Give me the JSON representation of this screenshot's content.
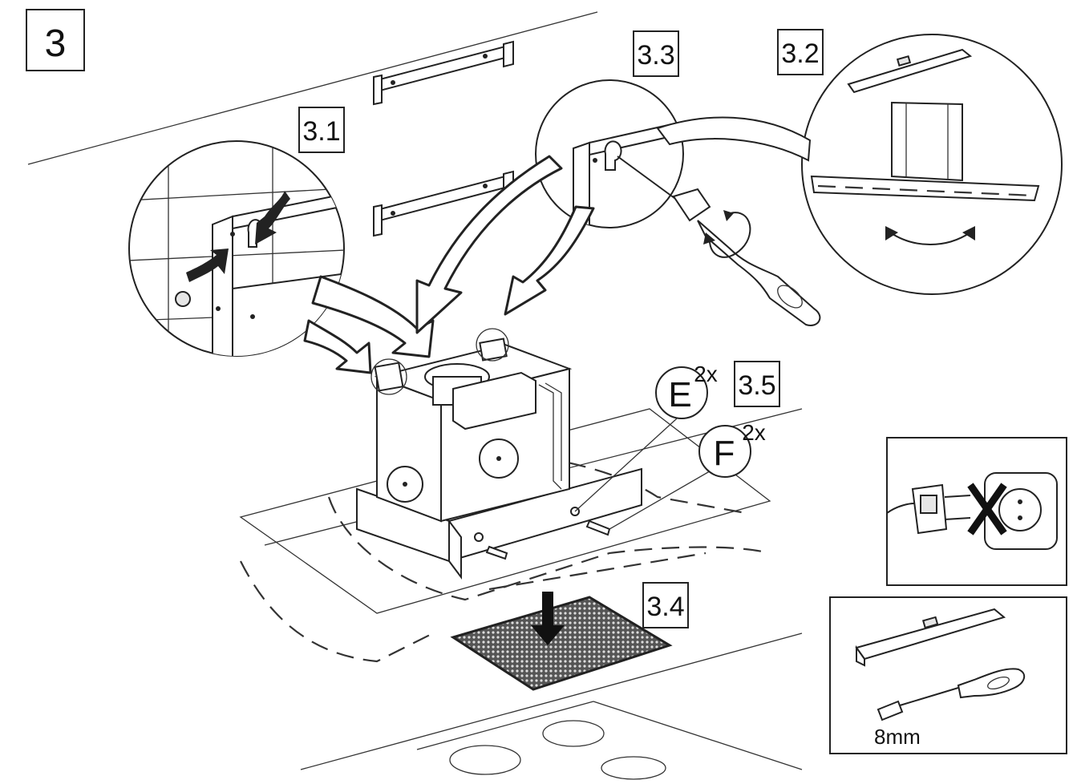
{
  "step_label": "3",
  "callouts": {
    "c31": "3.1",
    "c32": "3.2",
    "c33": "3.3",
    "c34": "3.4",
    "c35": "3.5"
  },
  "parts": {
    "e_letter": "E",
    "e_qty": "2x",
    "f_letter": "F",
    "f_qty": "2x"
  },
  "tools": {
    "socket_size": "8mm"
  },
  "icons": [
    "unplug-warning-icon",
    "spirit-level-icon",
    "screwdriver-icon",
    "rotate-arrow-icon",
    "down-arrow-icon"
  ]
}
